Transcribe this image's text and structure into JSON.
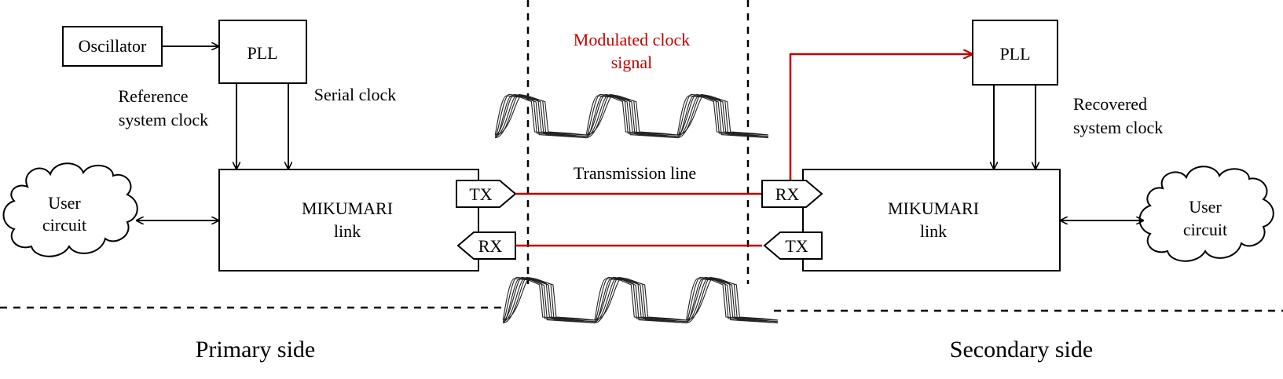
{
  "primary": {
    "oscillator": "Oscillator",
    "pll": "PLL",
    "ref_clock_line1": "Reference",
    "ref_clock_line2": "system clock",
    "serial_clock": "Serial clock",
    "user_line1": "User",
    "user_line2": "circuit",
    "link_line1": "MIKUMARI",
    "link_line2": "link",
    "tx": "TX",
    "rx": "RX",
    "side_label": "Primary side"
  },
  "channel": {
    "modulated_line1": "Modulated clock",
    "modulated_line2": "signal",
    "transmission_line": "Transmission line"
  },
  "secondary": {
    "pll": "PLL",
    "recovered_line1": "Recovered",
    "recovered_line2": "system clock",
    "user_line1": "User",
    "user_line2": "circuit",
    "link_line1": "MIKUMARI",
    "link_line2": "link",
    "rx": "RX",
    "tx": "TX",
    "side_label": "Secondary side"
  },
  "colors": {
    "modulated_signal": "#c00000"
  }
}
